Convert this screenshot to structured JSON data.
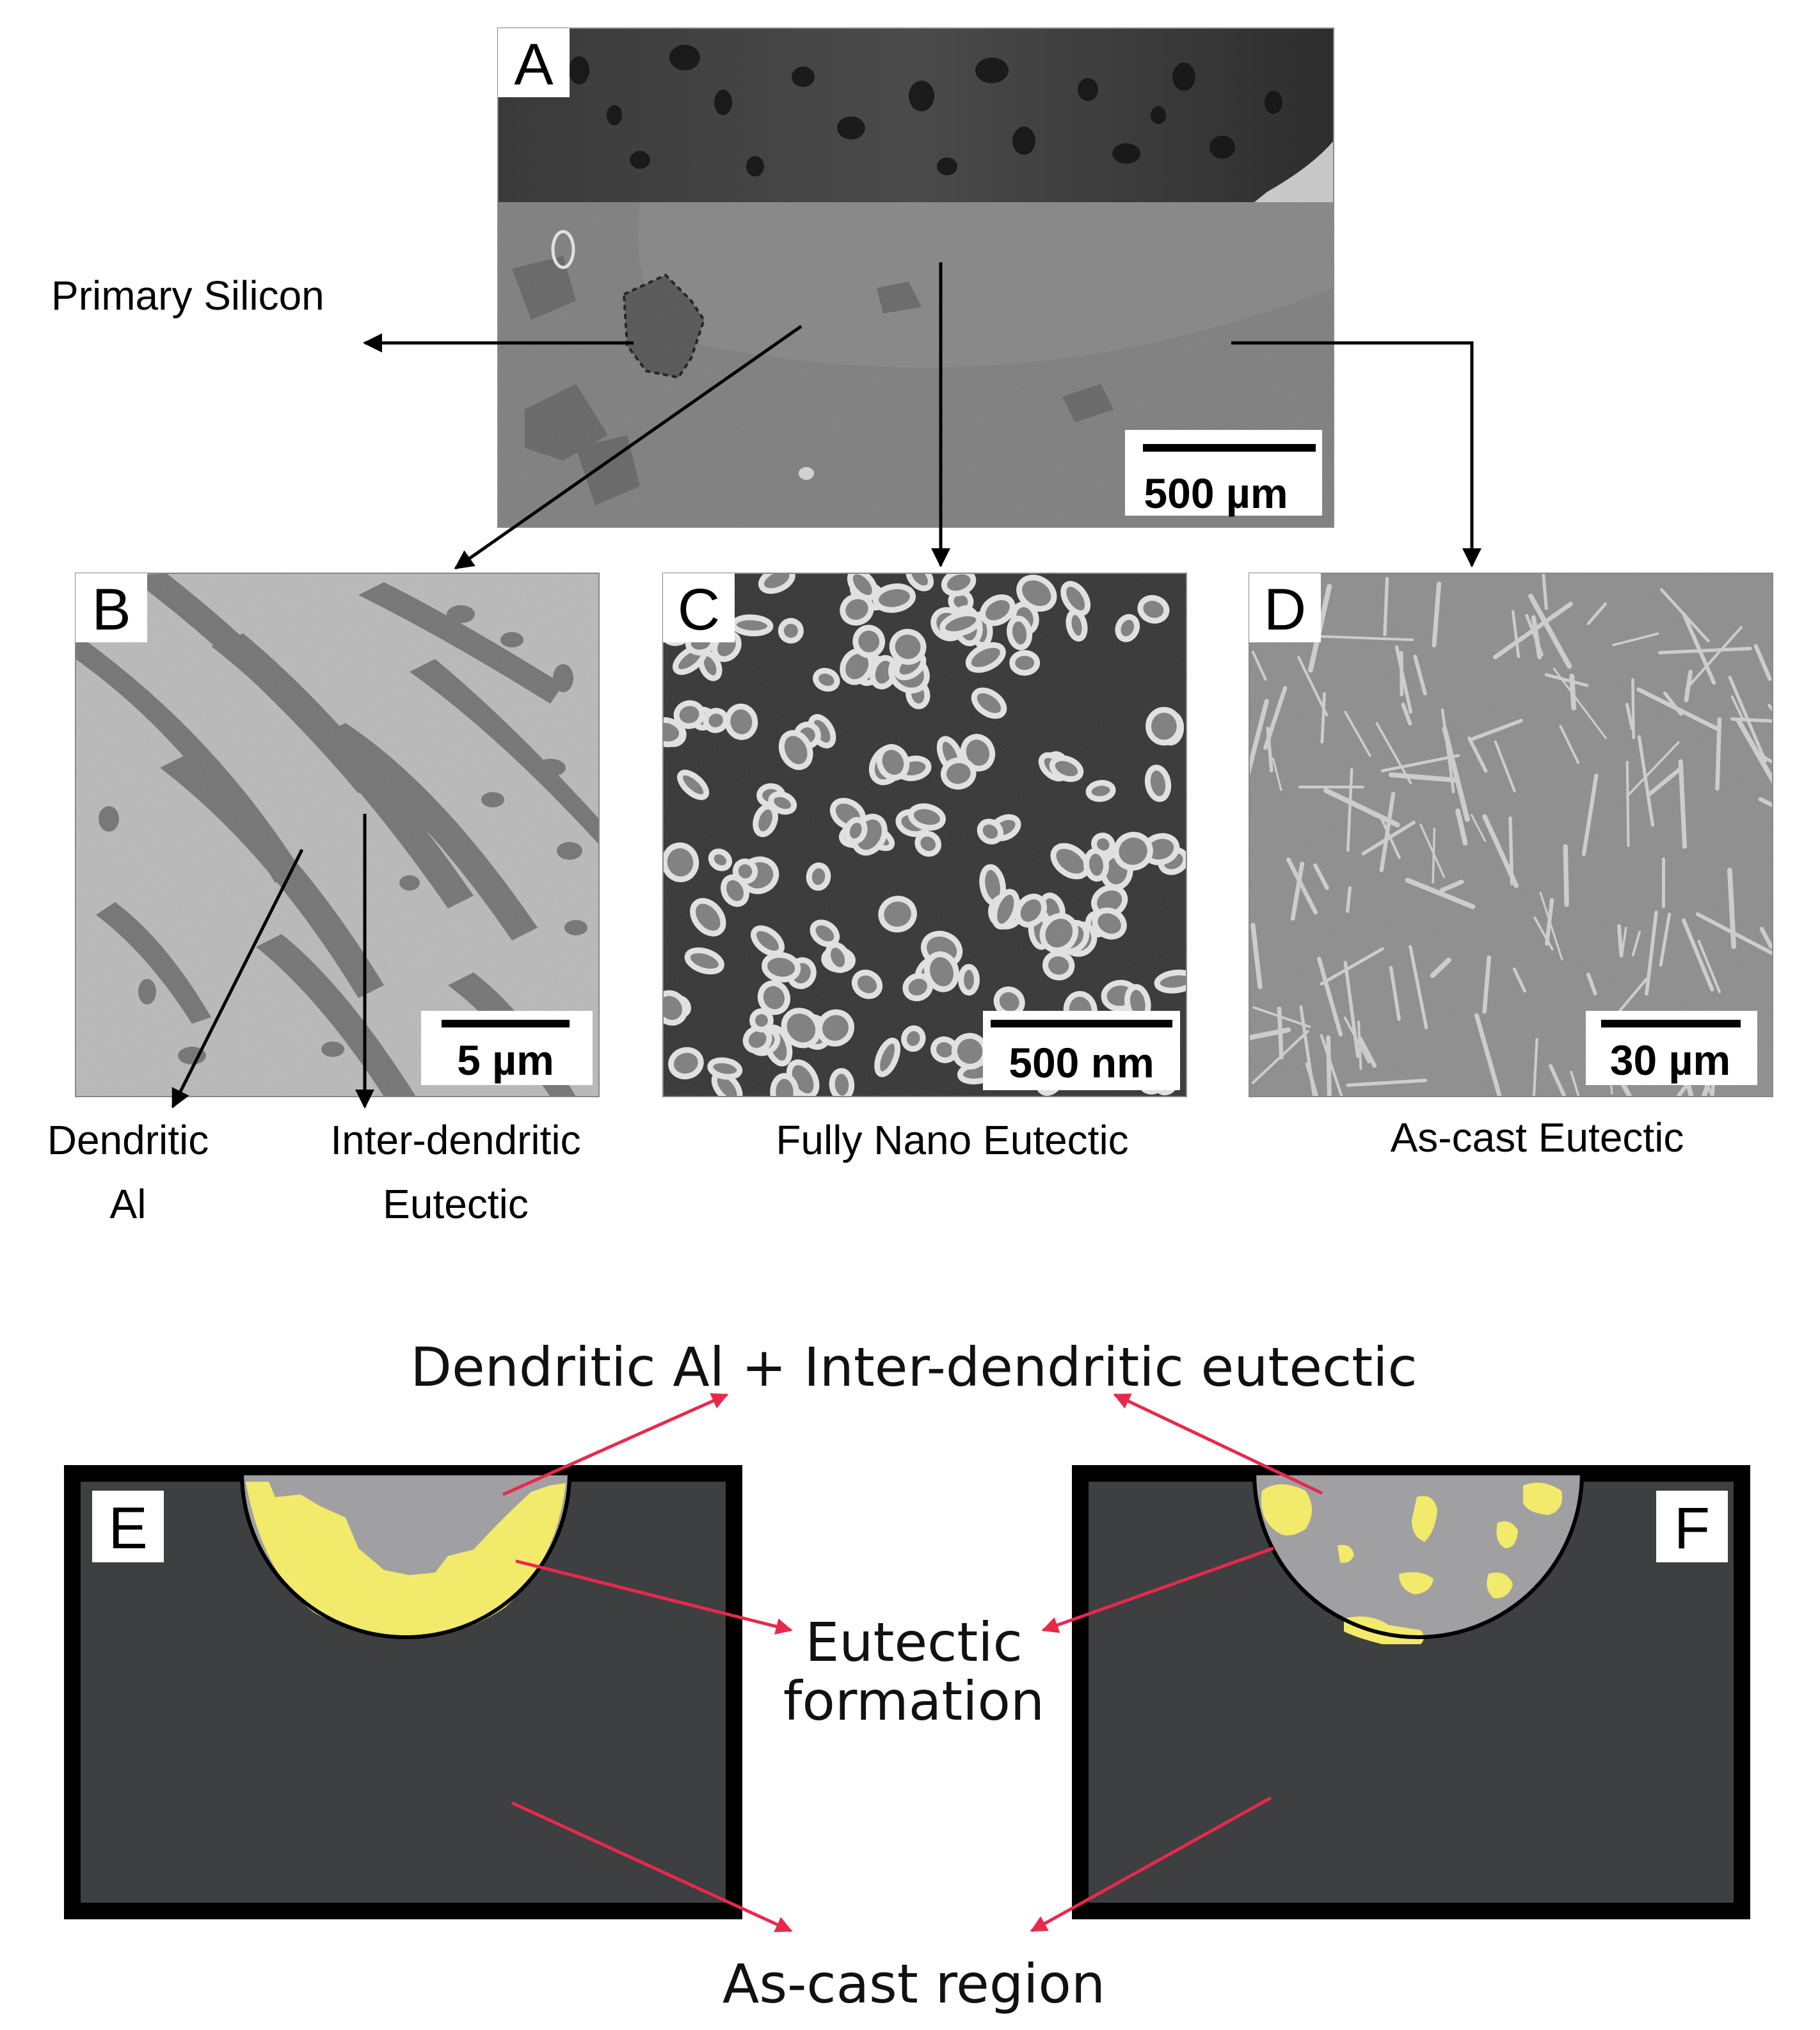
{
  "panels": {
    "a": {
      "letter": "A",
      "scale": "500 µm"
    },
    "b": {
      "letter": "B",
      "scale": "5 µm"
    },
    "c": {
      "letter": "C",
      "scale": "500 nm"
    },
    "d": {
      "letter": "D",
      "scale": "30 µm"
    },
    "e": {
      "letter": "E"
    },
    "f": {
      "letter": "F"
    }
  },
  "labels": {
    "primary_silicon": "Primary Silicon",
    "dendritic_al_1": "Dendritic",
    "dendritic_al_2": "Al",
    "interdendritic_1": "Inter-dendritic",
    "interdendritic_2": "Eutectic",
    "fully_nano": "Fully Nano Eutectic",
    "as_cast_eutectic": "As-cast Eutectic",
    "top_caption": "Dendritic Al + Inter-dendritic eutectic",
    "eutectic_formation_1": "Eutectic",
    "eutectic_formation_2": "formation",
    "as_cast_region": "As-cast region"
  },
  "colors": {
    "melt_pool_gray": "#a0a0a3",
    "eutectic_yellow": "#f2ea6a",
    "as_cast_dark": "#3e3f41",
    "arrow_red": "#e8294c"
  }
}
